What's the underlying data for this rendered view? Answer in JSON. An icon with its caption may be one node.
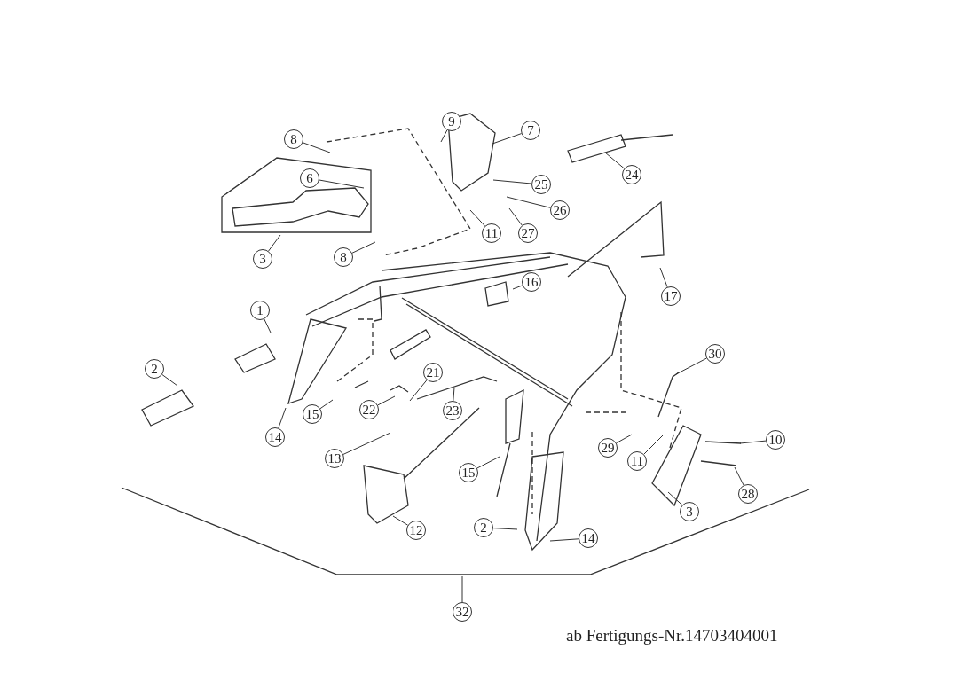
{
  "diagram": {
    "nodes": [
      {
        "text": [
          "8"
        ]
      },
      {
        "text": [
          "6"
        ]
      },
      {
        "text": [
          "3"
        ]
      },
      {
        "text": [
          "8"
        ]
      },
      {
        "text": [
          "9"
        ]
      },
      {
        "text": [
          "7"
        ]
      },
      {
        "text": [
          "24"
        ]
      },
      {
        "text": [
          "25"
        ]
      },
      {
        "text": [
          "26"
        ]
      },
      {
        "text": [
          "11"
        ]
      },
      {
        "text": [
          "27"
        ]
      },
      {
        "text": [
          "16"
        ]
      },
      {
        "text": [
          "17"
        ]
      },
      {
        "text": [
          "1"
        ]
      },
      {
        "text": [
          "2"
        ]
      },
      {
        "text": [
          "30"
        ]
      },
      {
        "text": [
          "21"
        ]
      },
      {
        "text": [
          "15"
        ]
      },
      {
        "text": [
          "22"
        ]
      },
      {
        "text": [
          "23"
        ]
      },
      {
        "text": [
          "14"
        ]
      },
      {
        "text": [
          "29"
        ]
      },
      {
        "text": [
          "11"
        ]
      },
      {
        "text": [
          "10"
        ]
      },
      {
        "text": [
          "13"
        ]
      },
      {
        "text": [
          "15"
        ]
      },
      {
        "text": [
          "28"
        ]
      },
      {
        "text": [
          "12"
        ]
      },
      {
        "text": [
          "3"
        ]
      },
      {
        "text": [
          "2"
        ]
      },
      {
        "text": [
          "14"
        ]
      },
      {
        "text": [
          "32"
        ]
      }
    ],
    "edges": [
      {
        "from": 0,
        "to": null,
        "arrow": "none"
      },
      {
        "from": 1,
        "to": null,
        "arrow": "none"
      },
      {
        "from": 2,
        "to": null,
        "arrow": "none"
      },
      {
        "from": 3,
        "to": null,
        "arrow": "none"
      },
      {
        "from": 4,
        "to": null,
        "arrow": "none"
      },
      {
        "from": 5,
        "to": null,
        "arrow": "none"
      },
      {
        "from": 6,
        "to": null,
        "arrow": "none"
      },
      {
        "from": 7,
        "to": null,
        "arrow": "none"
      },
      {
        "from": 8,
        "to": null,
        "arrow": "none"
      },
      {
        "from": 9,
        "to": null,
        "arrow": "none"
      },
      {
        "from": 10,
        "to": null,
        "arrow": "none"
      },
      {
        "from": 11,
        "to": null,
        "arrow": "none"
      },
      {
        "from": 12,
        "to": null,
        "arrow": "none"
      },
      {
        "from": 13,
        "to": null,
        "arrow": "none"
      },
      {
        "from": 14,
        "to": null,
        "arrow": "none"
      },
      {
        "from": 15,
        "to": null,
        "arrow": "none"
      },
      {
        "from": 16,
        "to": null,
        "arrow": "none"
      },
      {
        "from": 17,
        "to": null,
        "arrow": "none"
      },
      {
        "from": 18,
        "to": null,
        "arrow": "none"
      },
      {
        "from": 19,
        "to": null,
        "arrow": "none"
      },
      {
        "from": 20,
        "to": null,
        "arrow": "none"
      },
      {
        "from": 21,
        "to": null,
        "arrow": "none"
      },
      {
        "from": 22,
        "to": null,
        "arrow": "none"
      },
      {
        "from": 23,
        "to": null,
        "arrow": "none"
      },
      {
        "from": 24,
        "to": null,
        "arrow": "none"
      },
      {
        "from": 25,
        "to": null,
        "arrow": "none"
      },
      {
        "from": 26,
        "to": null,
        "arrow": "none"
      },
      {
        "from": 27,
        "to": null,
        "arrow": "none"
      },
      {
        "from": 28,
        "to": null,
        "arrow": "none"
      },
      {
        "from": 29,
        "to": null,
        "arrow": "none"
      },
      {
        "from": 30,
        "to": null,
        "arrow": "none"
      },
      {
        "from": 31,
        "to": null,
        "arrow": "none"
      }
    ],
    "labels": [
      "ab Fertigungs-Nr.14703404001"
    ]
  }
}
